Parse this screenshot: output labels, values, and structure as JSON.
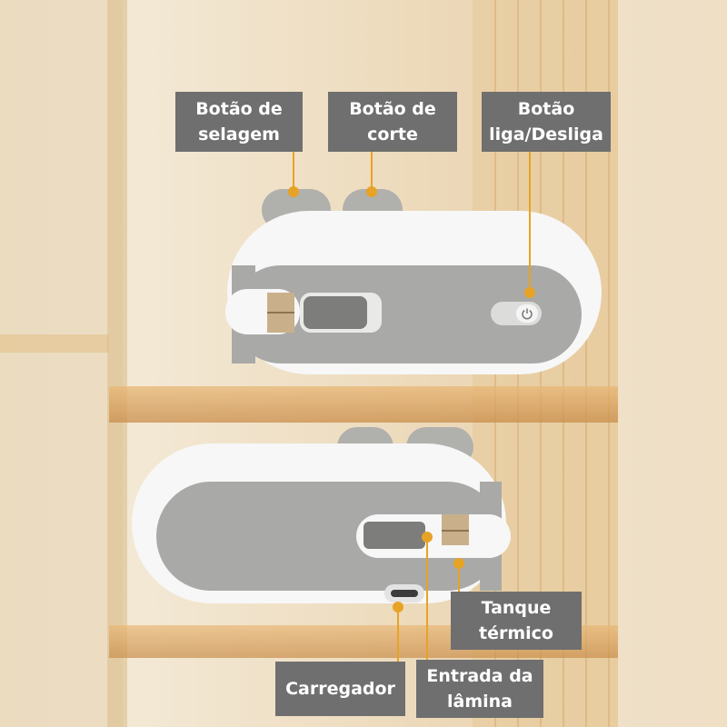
{
  "callouts": {
    "seal_button": {
      "line1": "Botão de",
      "line2": "selagem"
    },
    "cut_button": {
      "line1": "Botão de",
      "line2": "corte"
    },
    "power_button": {
      "line1": "Botão",
      "line2": "liga/Desliga"
    },
    "heat_tank": {
      "line1": "Tanque",
      "line2": "térmico"
    },
    "charger": {
      "line1": "Carregador"
    },
    "blade_entry": {
      "line1": "Entrada da",
      "line2": "lâmina"
    }
  },
  "colors": {
    "callout_bg": "#6f6f6f",
    "accent": "#e7a326",
    "device_white": "#f7f7f7",
    "device_grey": "#a8a8a6",
    "button_grey": "#b0b0ad"
  },
  "icons": [
    "power-icon",
    "usb-c-port-icon"
  ]
}
